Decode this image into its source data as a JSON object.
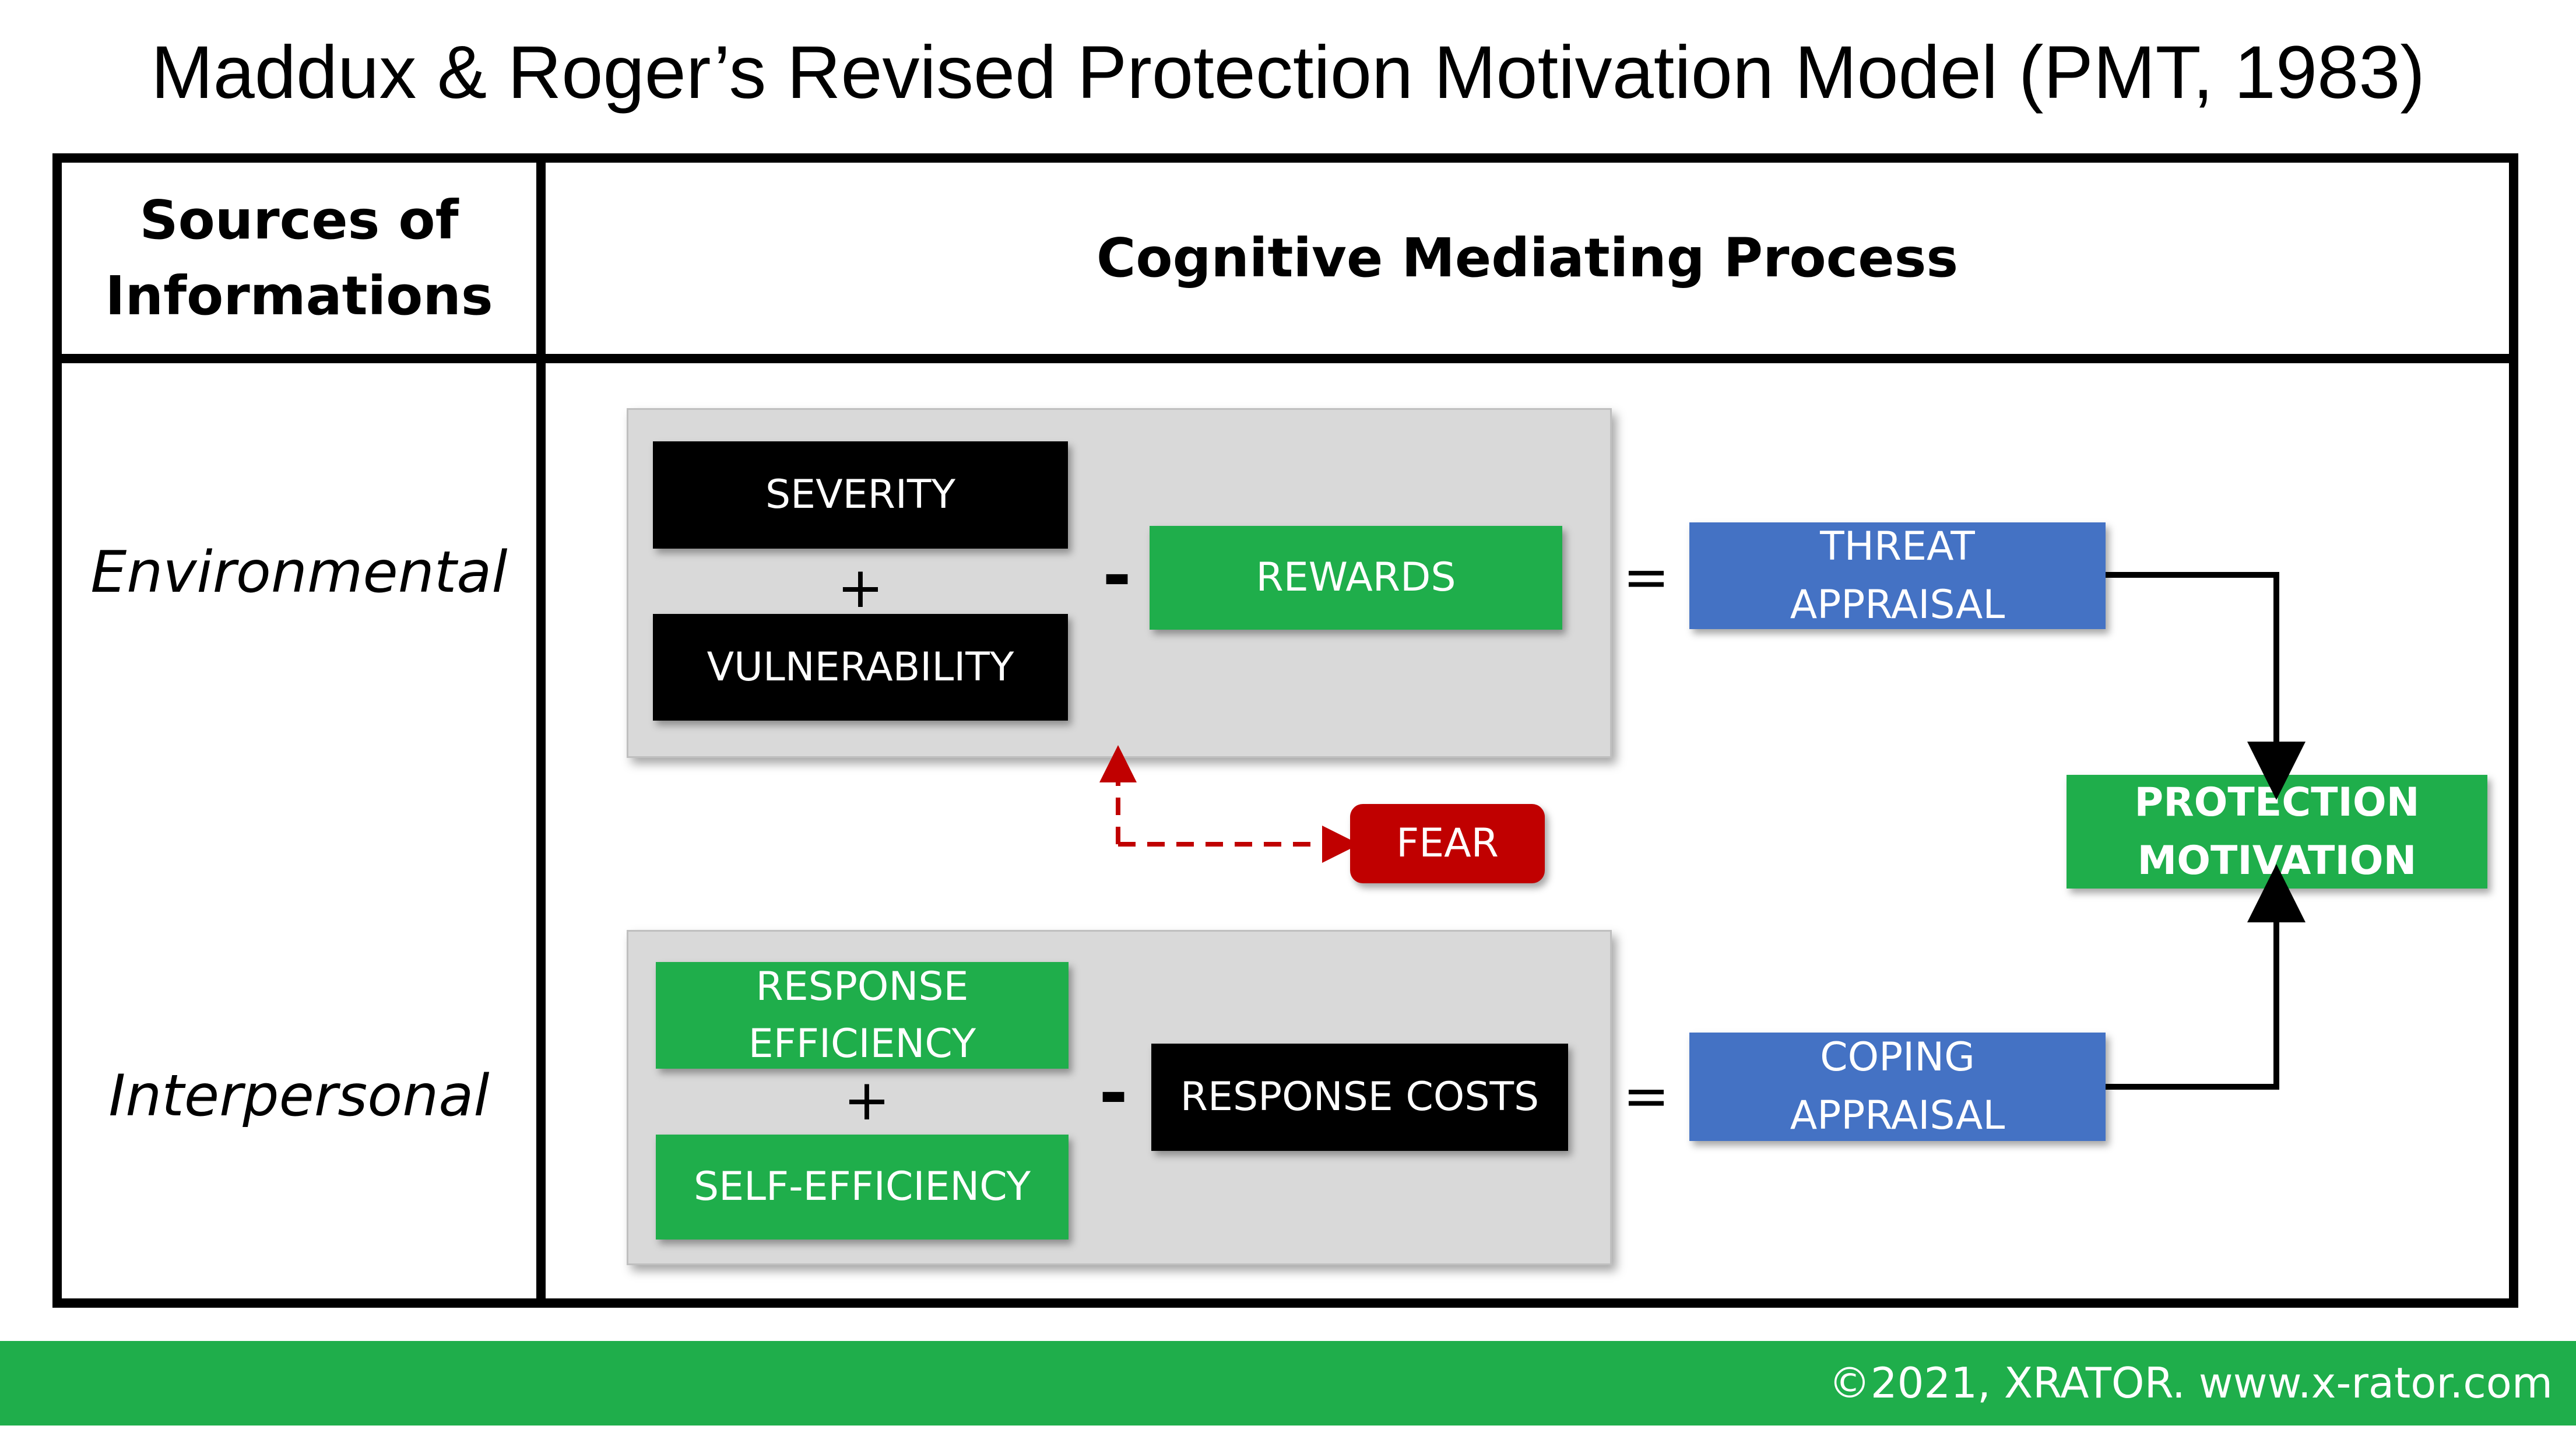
{
  "title": "Maddux & Roger’s Revised Protection Motivation Model (PMT, 1983)",
  "table": {
    "col_left_header": [
      "Sources of",
      "Informations"
    ],
    "col_right_header": "Cognitive Mediating Process",
    "rows": [
      "Environmental",
      "Interpersonal"
    ]
  },
  "threat": {
    "severity": "SEVERITY",
    "plus": "+",
    "vulnerability": "VULNERABILITY",
    "minus": "-",
    "rewards": "REWARDS",
    "equals": "=",
    "appraisal": [
      "THREAT",
      "APPRAISAL"
    ]
  },
  "fear": "FEAR",
  "coping": {
    "response_efficiency": [
      "RESPONSE",
      "EFFICIENCY"
    ],
    "plus": "+",
    "self_efficiency": "SELF-EFFICIENCY",
    "minus": "-",
    "response_costs": "RESPONSE COSTS",
    "equals": "=",
    "appraisal": [
      "COPING",
      "APPRAISAL"
    ]
  },
  "outcome": [
    "PROTECTION",
    "MOTIVATION"
  ],
  "footer": "©2021, XRATOR. www.x-rator.com",
  "colors": {
    "green": "#1fae4b",
    "blue": "#4472c4",
    "red": "#c00000",
    "black": "#000000",
    "panel_gray": "#d9d9d9"
  }
}
